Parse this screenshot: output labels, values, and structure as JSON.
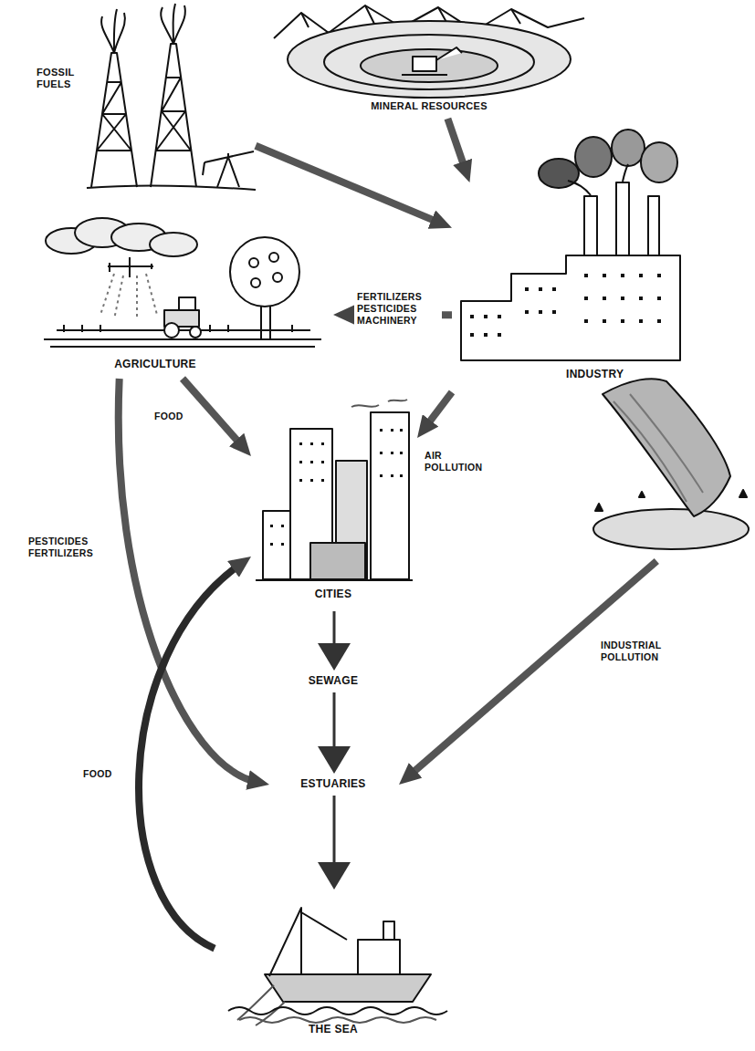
{
  "diagram": {
    "nodes": [
      {
        "text": [
          "FOSSIL FUELS"
        ]
      },
      {
        "text": [
          "MINERAL RESOURCES"
        ]
      },
      {
        "text": [
          "AGRICULTURE"
        ]
      },
      {
        "text": [
          "INDUSTRY"
        ]
      },
      {
        "text": [
          "CITIES"
        ]
      },
      {
        "text": [
          "SEWAGE"
        ]
      },
      {
        "text": [
          "ESTUARIES"
        ]
      },
      {
        "text": [
          "THE SEA"
        ]
      }
    ],
    "edges": [
      {
        "from": 0,
        "to": 3,
        "arrow": "to"
      },
      {
        "from": 1,
        "to": 3,
        "arrow": "to"
      },
      {
        "from": 3,
        "to": 2,
        "label": "FERTILIZERS PESTICIDES MACHINERY",
        "arrow": "to"
      },
      {
        "from": 2,
        "to": 4,
        "label": "FOOD",
        "arrow": "to"
      },
      {
        "from": 3,
        "to": 4,
        "label": "AIR POLLUTION",
        "arrow": "to"
      },
      {
        "from": 2,
        "to": 6,
        "label": "PESTICIDES FERTILIZERS",
        "arrow": "to"
      },
      {
        "from": 7,
        "to": 4,
        "label": "FOOD",
        "arrow": "to"
      },
      {
        "from": 3,
        "to": 6,
        "label": "INDUSTRIAL POLLUTION",
        "arrow": "to"
      },
      {
        "from": 4,
        "to": 5,
        "arrow": "to"
      },
      {
        "from": 5,
        "to": 6,
        "arrow": "to"
      },
      {
        "from": 6,
        "to": 7,
        "arrow": "to"
      }
    ]
  }
}
